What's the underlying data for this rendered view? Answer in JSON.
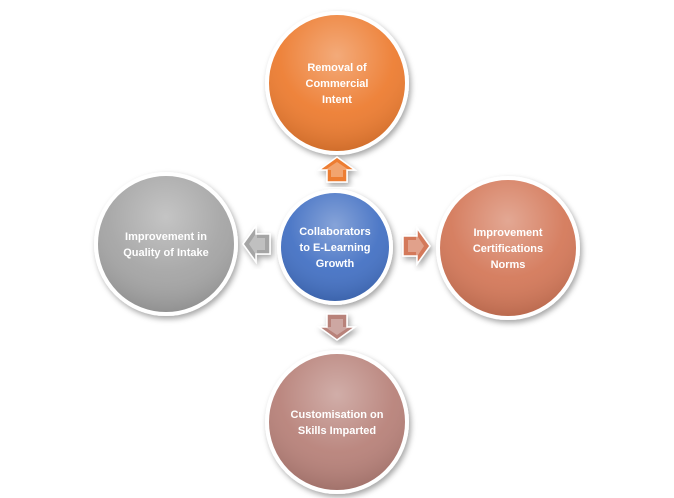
{
  "diagram": {
    "center": {
      "lines": [
        "Collaborators",
        "to E-Learning",
        "Growth"
      ],
      "color": "#4472C4"
    },
    "nodes": {
      "top": {
        "lines": [
          "Removal of",
          "Commercial",
          "Intent"
        ],
        "color": "#ED7D31"
      },
      "right": {
        "lines": [
          "Improvement",
          "Certifications",
          "Norms"
        ],
        "color": "#D4795A"
      },
      "bottom": {
        "lines": [
          "Customisation on",
          "Skills Imparted"
        ],
        "color": "#B8827A"
      },
      "left": {
        "lines": [
          "Improvement in",
          "Quality of Intake"
        ],
        "color": "#A5A5A5"
      }
    },
    "arrows": {
      "top": {
        "color": "#ED7D31"
      },
      "right": {
        "color": "#D4795A"
      },
      "bottom": {
        "color": "#B8827A"
      },
      "left": {
        "color": "#A5A5A5"
      }
    }
  }
}
